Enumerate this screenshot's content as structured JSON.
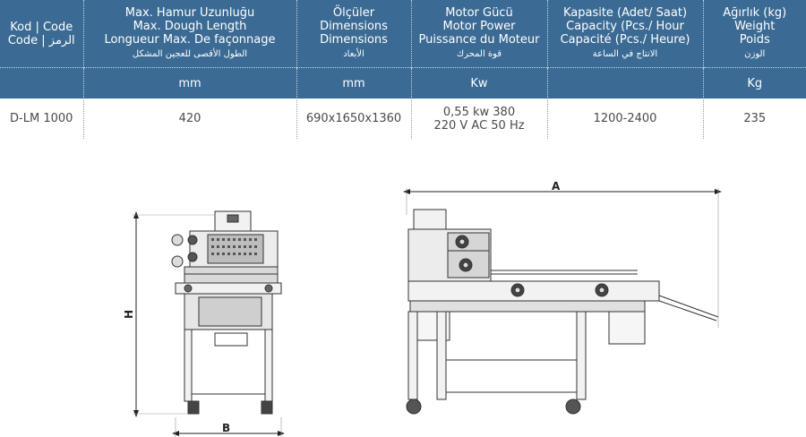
{
  "table": {
    "headers": [
      {
        "lines": [
          "Kod | Code",
          "Code | الرمز"
        ],
        "arabic": ""
      },
      {
        "lines": [
          "Max. Hamur Uzunluğu",
          "Max. Dough Length",
          "Longueur Max. De façonnage"
        ],
        "arabic": "الطول الأقصى للعجين المشكل"
      },
      {
        "lines": [
          "Ölçüler",
          "Dimensions",
          "Dimensions"
        ],
        "arabic": "الأبعاد"
      },
      {
        "lines": [
          "Motor Gücü",
          "Motor Power",
          "Puissance du Moteur"
        ],
        "arabic": "قوة المحرك"
      },
      {
        "lines": [
          "Kapasite (Adet/ Saat)",
          "Capacity (Pcs./ Hour",
          "Capacité (Pcs./ Heure)"
        ],
        "arabic": "الانتاج في الساعة"
      },
      {
        "lines": [
          "Ağırlık (kg)",
          "Weight",
          "Poids"
        ],
        "arabic": "الوزن"
      }
    ],
    "units": [
      "",
      "mm",
      "mm",
      "Kw",
      "",
      "Kg"
    ],
    "row": {
      "code": "D-LM 1000",
      "length": "420",
      "dimensions": "690x1650x1360",
      "power_line1": "0,55 kw 380",
      "power_line2": "220 V AC 50 Hz",
      "capacity": "1200-2400",
      "weight": "235"
    }
  },
  "drawing": {
    "label_height": "H",
    "label_width": "B",
    "label_length": "A"
  }
}
